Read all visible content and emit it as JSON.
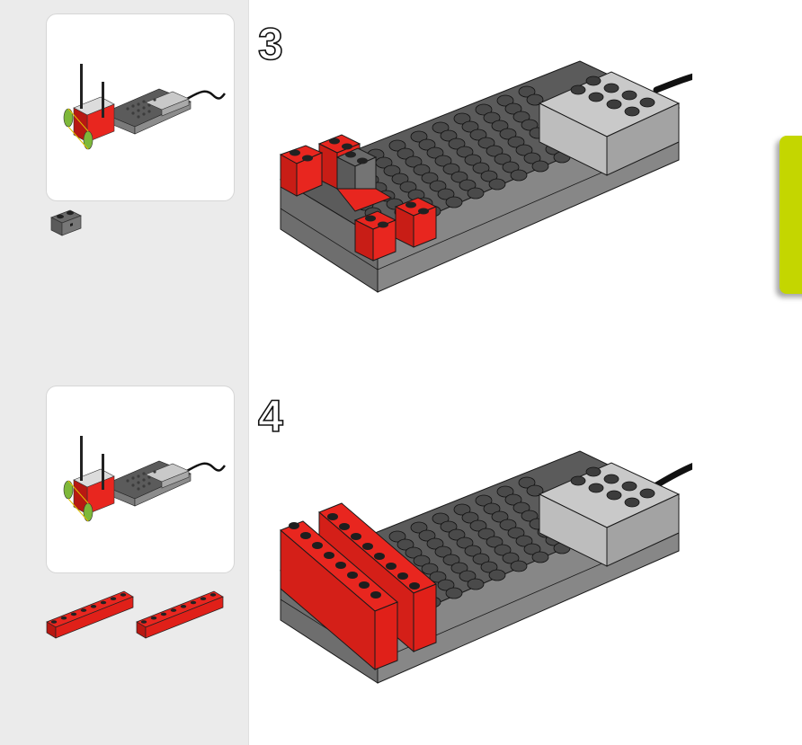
{
  "page": {
    "type": "building-instructions",
    "background": "#ffffff",
    "sidebar_background": "#ebebeb",
    "accent_tab_color": "#c4d600"
  },
  "colors": {
    "dark_gray_plate": "#5b5b5b",
    "dark_gray_stud": "#4a4a4a",
    "plate_side": "#7a7a7a",
    "light_gray_hub": "#c9c9c9",
    "red_brick": "#e8261f",
    "red_brick_dark": "#b81812",
    "cable": "#111111",
    "outline": "#1a1a1a"
  },
  "steps": [
    {
      "number": "3",
      "preview": {
        "label": "finished-model-preview",
        "icon": "model-preview-icon"
      },
      "parts": [
        {
          "name": "technic-brick-1x2-axle-hole",
          "color": "dark gray",
          "quantity": 1
        }
      ],
      "main_illustration": {
        "description": "Base plate with smart hub and cable; red technic bricks 1x2 at front-left, dark gray 1x2 axle-hole brick being added",
        "new_part": "technic-brick-1x2-axle-hole"
      }
    },
    {
      "number": "4",
      "preview": {
        "label": "finished-model-preview",
        "icon": "model-preview-icon"
      },
      "parts": [
        {
          "name": "technic-beam-1x8",
          "color": "red",
          "quantity": 1
        },
        {
          "name": "technic-beam-1x8",
          "color": "red",
          "quantity": 1
        }
      ],
      "main_illustration": {
        "description": "Base plate with smart hub and cable; two red 1x8 technic beams placed across the front-left bricks",
        "new_part": "technic-beam-1x8"
      }
    }
  ],
  "side_tab": {
    "label": "",
    "color": "#c4d600"
  }
}
